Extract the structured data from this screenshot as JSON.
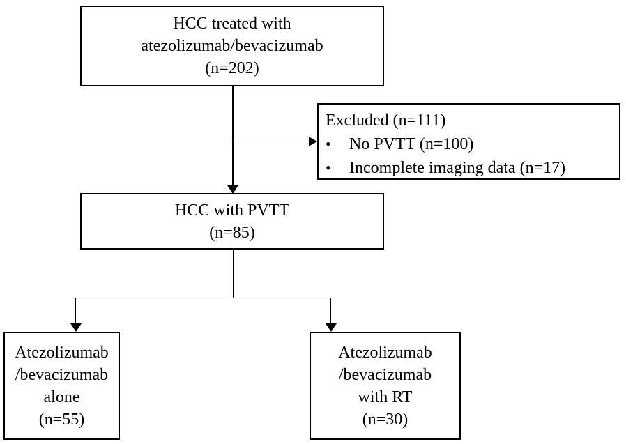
{
  "figure": {
    "type": "flowchart",
    "orientation": "top-down",
    "background_color": "#ffffff",
    "line_color": "#000000",
    "text_color": "#000000"
  },
  "nodes": {
    "enrolled": {
      "id": "enrolled",
      "lines": [
        "HCC treated with",
        "atezolizumab/bevacizumab",
        "(n=202)"
      ],
      "count": 202
    },
    "excluded": {
      "id": "excluded",
      "title": "Excluded (n=111)",
      "count": 111,
      "bullet_glyph": "•",
      "bullets": [
        {
          "label": "No PVTT (n=100)",
          "count": 100
        },
        {
          "label": "Incomplete imaging data (n=17)",
          "count": 17
        }
      ]
    },
    "eligible": {
      "id": "eligible",
      "lines": [
        "HCC with PVTT",
        "(n=85)"
      ],
      "count": 85
    },
    "arm_alone": {
      "id": "arm-alone",
      "lines": [
        "Atezolizumab",
        "/bevacizumab",
        "alone",
        "(n=55)"
      ],
      "count": 55
    },
    "arm_rt": {
      "id": "arm-rt",
      "lines": [
        "Atezolizumab",
        "/bevacizumab",
        "with RT",
        "(n=30)"
      ],
      "count": 30
    }
  },
  "connectors": [
    {
      "name": "enrolled-to-eligible",
      "from": "enrolled",
      "to": "eligible",
      "arrow": "down"
    },
    {
      "name": "enrolled-to-excluded",
      "from": "enrolled",
      "to": "excluded",
      "arrow": "right"
    },
    {
      "name": "eligible-to-arm-alone",
      "from": "eligible",
      "to": "arm_alone",
      "arrow": "down"
    },
    {
      "name": "eligible-to-arm-rt",
      "from": "eligible",
      "to": "arm_rt",
      "arrow": "down"
    }
  ]
}
